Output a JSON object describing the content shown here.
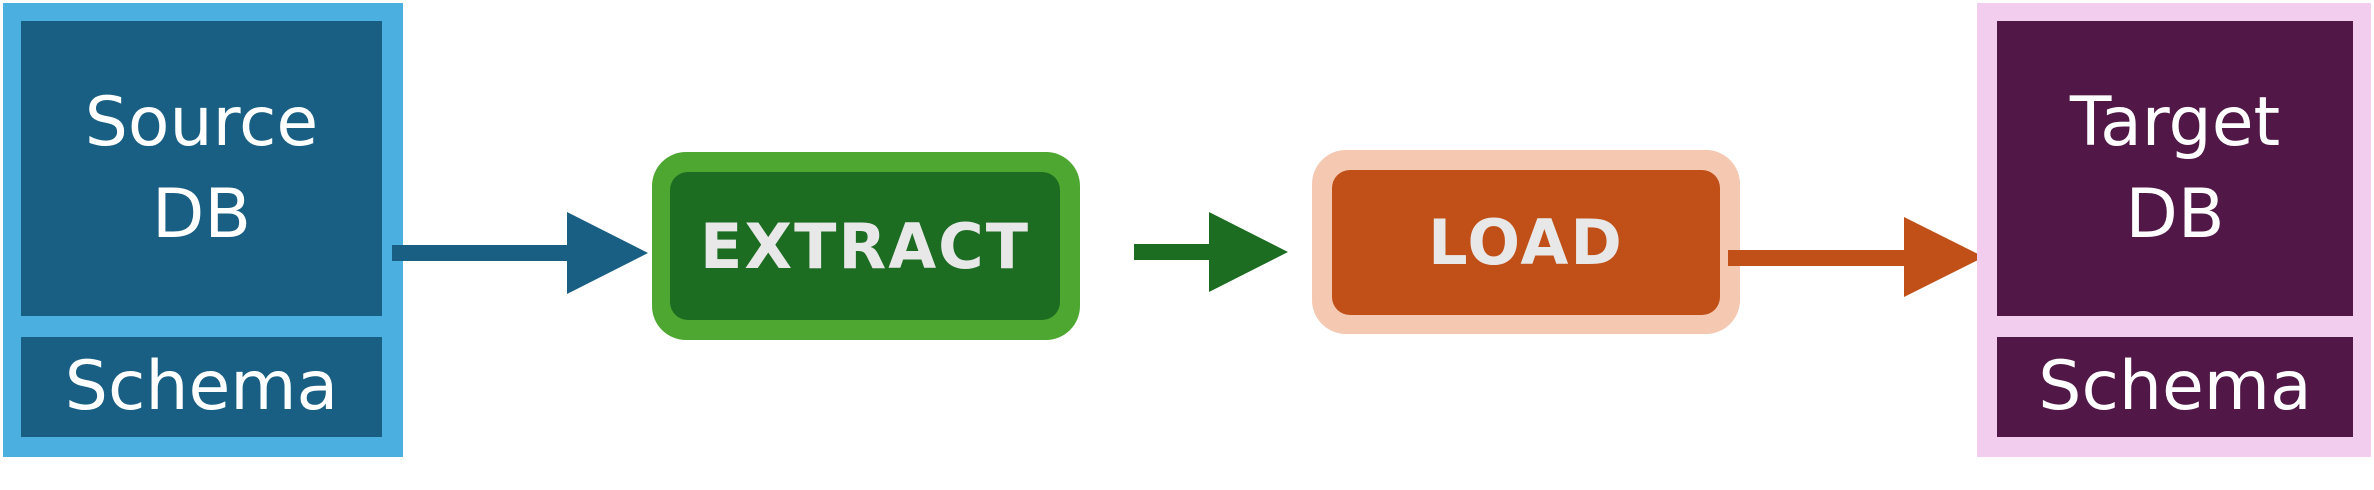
{
  "source_db": {
    "title": "Source\nDB",
    "schema_label": "Schema",
    "colors": {
      "border": "#4bb0e0",
      "fill": "#195f84"
    }
  },
  "extract": {
    "label": "EXTRACT",
    "colors": {
      "border": "#4da731",
      "fill": "#1c6c22"
    }
  },
  "load": {
    "label": "LOAD",
    "colors": {
      "border": "#f5c8b1",
      "fill": "#c05017"
    }
  },
  "target_db": {
    "title": "Target\nDB",
    "schema_label": "Schema",
    "colors": {
      "border": "#f2cdee",
      "fill": "#501747"
    }
  },
  "arrows": [
    {
      "from": "source-db",
      "to": "extract",
      "color": "#195f84"
    },
    {
      "from": "extract",
      "to": "load",
      "color": "#1c6c22"
    },
    {
      "from": "load",
      "to": "target-db",
      "color": "#c05017"
    }
  ]
}
